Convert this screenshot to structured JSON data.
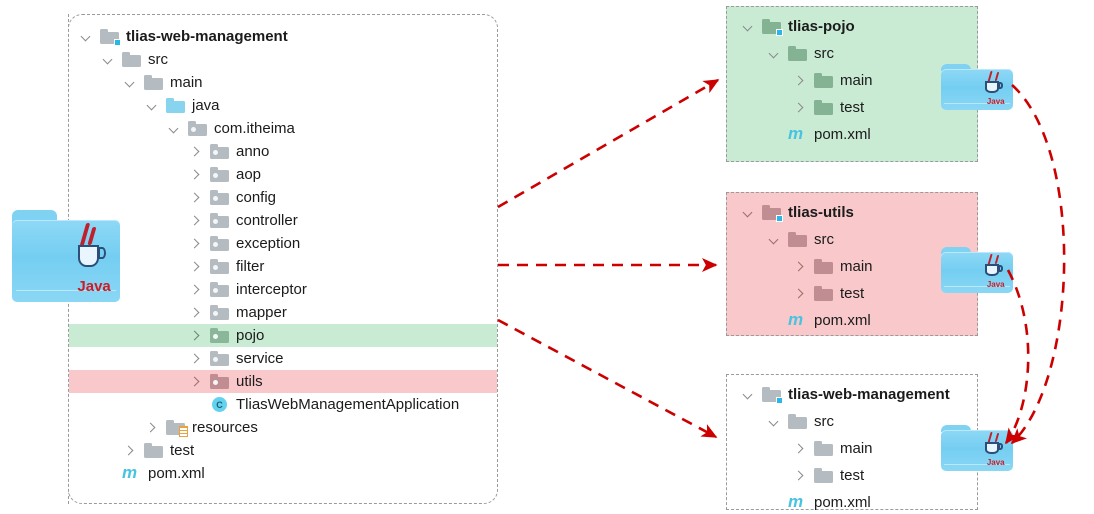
{
  "diagram": {
    "title": "Maven module split: tlias-web-management to tlias-pojo / tlias-utils",
    "accent_arrow_color": "#cc0000",
    "highlight_green": "#c9ebd4",
    "highlight_red": "#f8c8ca"
  },
  "main_panel": {
    "name": "tlias-web-management",
    "rows": [
      {
        "label": "tlias-web-management",
        "icon": "module-folder-icon",
        "chevron": "down",
        "depth": 0,
        "bold": true,
        "highlight": "none"
      },
      {
        "label": "src",
        "icon": "folder-icon",
        "chevron": "down",
        "depth": 1,
        "bold": false,
        "highlight": "none"
      },
      {
        "label": "main",
        "icon": "folder-icon",
        "chevron": "down",
        "depth": 2,
        "bold": false,
        "highlight": "none"
      },
      {
        "label": "java",
        "icon": "source-folder-icon",
        "chevron": "down",
        "depth": 3,
        "bold": false,
        "highlight": "none"
      },
      {
        "label": "com.itheima",
        "icon": "package-icon",
        "chevron": "down",
        "depth": 4,
        "bold": false,
        "highlight": "none"
      },
      {
        "label": "anno",
        "icon": "package-icon",
        "chevron": "right",
        "depth": 5,
        "bold": false,
        "highlight": "none"
      },
      {
        "label": "aop",
        "icon": "package-icon",
        "chevron": "right",
        "depth": 5,
        "bold": false,
        "highlight": "none"
      },
      {
        "label": "config",
        "icon": "package-icon",
        "chevron": "right",
        "depth": 5,
        "bold": false,
        "highlight": "none"
      },
      {
        "label": "controller",
        "icon": "package-icon",
        "chevron": "right",
        "depth": 5,
        "bold": false,
        "highlight": "none"
      },
      {
        "label": "exception",
        "icon": "package-icon",
        "chevron": "right",
        "depth": 5,
        "bold": false,
        "highlight": "none"
      },
      {
        "label": "filter",
        "icon": "package-icon",
        "chevron": "right",
        "depth": 5,
        "bold": false,
        "highlight": "none"
      },
      {
        "label": "interceptor",
        "icon": "package-icon",
        "chevron": "right",
        "depth": 5,
        "bold": false,
        "highlight": "none"
      },
      {
        "label": "mapper",
        "icon": "package-icon",
        "chevron": "right",
        "depth": 5,
        "bold": false,
        "highlight": "none"
      },
      {
        "label": "pojo",
        "icon": "package-icon",
        "chevron": "right",
        "depth": 5,
        "bold": false,
        "highlight": "green"
      },
      {
        "label": "service",
        "icon": "package-icon",
        "chevron": "right",
        "depth": 5,
        "bold": false,
        "highlight": "none"
      },
      {
        "label": "utils",
        "icon": "package-icon",
        "chevron": "right",
        "depth": 5,
        "bold": false,
        "highlight": "red"
      },
      {
        "label": "TliasWebManagementApplication",
        "icon": "java-class-icon",
        "chevron": "none",
        "depth": 5,
        "bold": false,
        "highlight": "none"
      },
      {
        "label": "resources",
        "icon": "resources-folder-icon",
        "chevron": "right",
        "depth": 3,
        "bold": false,
        "highlight": "none"
      },
      {
        "label": "test",
        "icon": "folder-icon",
        "chevron": "right",
        "depth": 2,
        "bold": false,
        "highlight": "none"
      },
      {
        "label": "pom.xml",
        "icon": "maven-icon",
        "chevron": "none",
        "depth": 1,
        "bold": false,
        "highlight": "none"
      }
    ]
  },
  "module_panels": [
    {
      "name": "tlias-pojo",
      "background": "#c9ebd4",
      "rows": [
        {
          "label": "tlias-pojo",
          "icon": "module-folder-icon",
          "chevron": "down",
          "depth": 0,
          "bold": true,
          "folder_color": "green"
        },
        {
          "label": "src",
          "icon": "folder-icon",
          "chevron": "down",
          "depth": 1,
          "bold": false,
          "folder_color": "green"
        },
        {
          "label": "main",
          "icon": "folder-icon",
          "chevron": "right",
          "depth": 2,
          "bold": false,
          "folder_color": "green"
        },
        {
          "label": "test",
          "icon": "folder-icon",
          "chevron": "right",
          "depth": 2,
          "bold": false,
          "folder_color": "green"
        },
        {
          "label": "pom.xml",
          "icon": "maven-icon",
          "chevron": "none",
          "depth": 1,
          "bold": false,
          "folder_color": "green"
        }
      ]
    },
    {
      "name": "tlias-utils",
      "background": "#f8c8ca",
      "rows": [
        {
          "label": "tlias-utils",
          "icon": "module-folder-icon",
          "chevron": "down",
          "depth": 0,
          "bold": true,
          "folder_color": "red"
        },
        {
          "label": "src",
          "icon": "folder-icon",
          "chevron": "down",
          "depth": 1,
          "bold": false,
          "folder_color": "red"
        },
        {
          "label": "main",
          "icon": "folder-icon",
          "chevron": "right",
          "depth": 2,
          "bold": false,
          "folder_color": "red"
        },
        {
          "label": "test",
          "icon": "folder-icon",
          "chevron": "right",
          "depth": 2,
          "bold": false,
          "folder_color": "red"
        },
        {
          "label": "pom.xml",
          "icon": "maven-icon",
          "chevron": "none",
          "depth": 1,
          "bold": false,
          "folder_color": "red"
        }
      ]
    },
    {
      "name": "tlias-web-management",
      "background": "#ffffff",
      "rows": [
        {
          "label": "tlias-web-management",
          "icon": "module-folder-icon",
          "chevron": "down",
          "depth": 0,
          "bold": true,
          "folder_color": "grey"
        },
        {
          "label": "src",
          "icon": "folder-icon",
          "chevron": "down",
          "depth": 1,
          "bold": false,
          "folder_color": "grey"
        },
        {
          "label": "main",
          "icon": "folder-icon",
          "chevron": "right",
          "depth": 2,
          "bold": false,
          "folder_color": "grey"
        },
        {
          "label": "test",
          "icon": "folder-icon",
          "chevron": "right",
          "depth": 2,
          "bold": false,
          "folder_color": "grey"
        },
        {
          "label": "pom.xml",
          "icon": "maven-icon",
          "chevron": "none",
          "depth": 1,
          "bold": false,
          "folder_color": "grey"
        }
      ]
    }
  ],
  "java_folder_icons": [
    {
      "label": "Java",
      "position": "left-large"
    },
    {
      "label": "Java",
      "position": "pojo-module"
    },
    {
      "label": "Java",
      "position": "utils-module"
    },
    {
      "label": "Java",
      "position": "web-module"
    }
  ]
}
